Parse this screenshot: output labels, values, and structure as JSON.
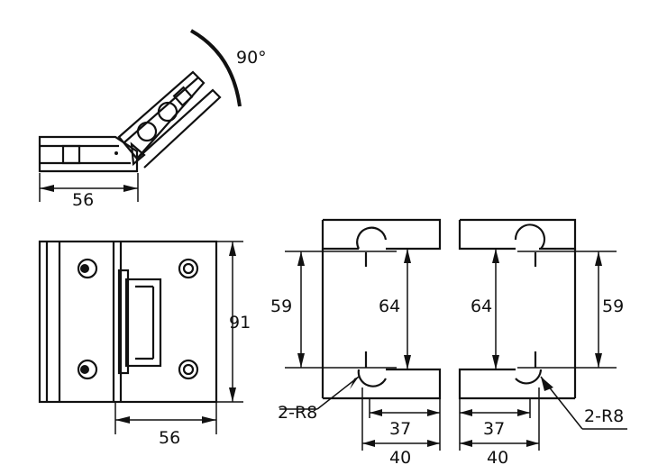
{
  "side_view": {
    "angle_label": "90°",
    "width_label": "56"
  },
  "front_view": {
    "height_label": "91",
    "width_label": "56"
  },
  "left_plate": {
    "hole_spacing_label": "59",
    "overall_label": "64",
    "radius_label": "2-R8",
    "inner_width_label": "37",
    "outer_width_label": "40"
  },
  "right_plate": {
    "hole_spacing_label": "59",
    "overall_label": "64",
    "radius_label": "2-R8",
    "inner_width_label": "37",
    "outer_width_label": "40"
  }
}
